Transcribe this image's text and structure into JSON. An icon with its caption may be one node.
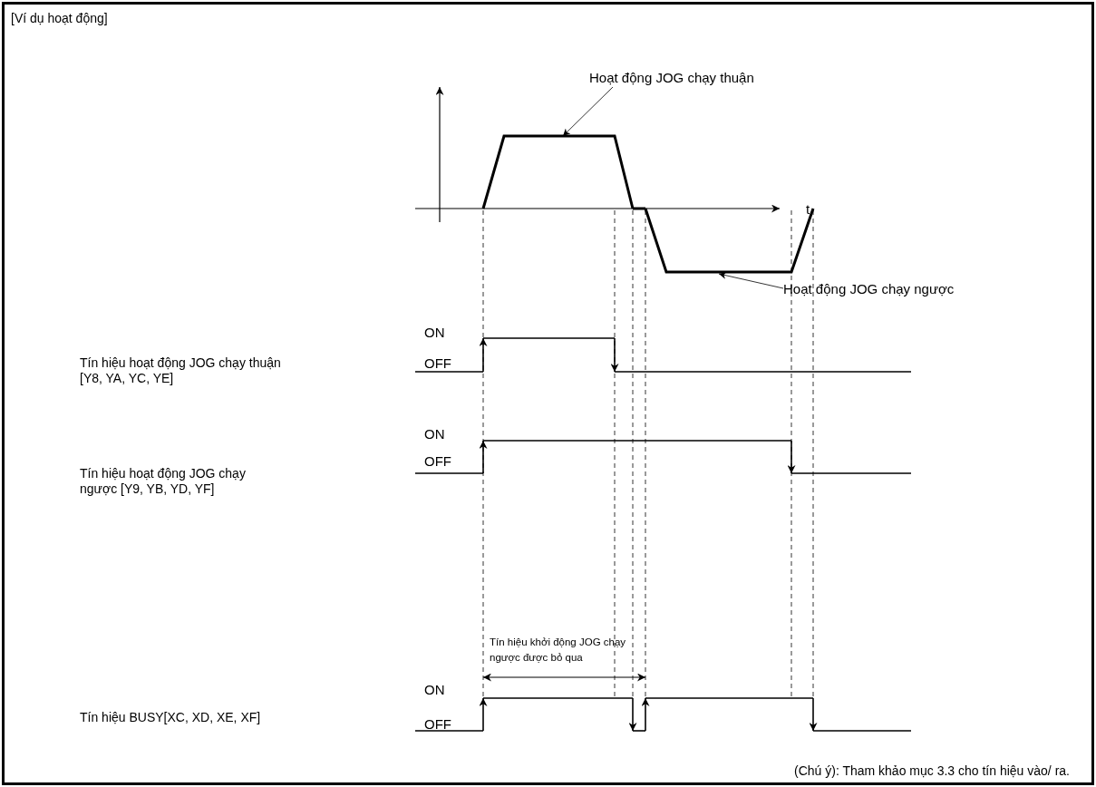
{
  "diagram": {
    "title": "[Ví dụ hoạt động]",
    "caption": "(Chú ý): Tham khảo mục 3.3 cho tín hiệu vào/ ra.",
    "nodes": [
      {
        "text": [
          "Hoạt động JOG chạy thuận"
        ]
      },
      {
        "text": [
          "Hoạt động JOG chạy ngược"
        ]
      },
      {
        "text": [],
        "shape": "line"
      },
      {
        "text": [],
        "shape": "line"
      }
    ],
    "edges": [
      {
        "from": 0,
        "to": 2,
        "arrow": "to"
      },
      {
        "from": 1,
        "to": 3,
        "arrow": "to"
      }
    ],
    "labels": [
      "t",
      "ON",
      "Tín hiệu hoạt động JOG chạy thuận [Y8, YA, YC, YE]",
      "OFF",
      "ON",
      "OFF",
      "Tín hiệu hoạt động JOG chạy ngược [Y9, YB, YD, YF]",
      "Tín hiệu khởi động JOG chạy ngược được bỏ qua",
      "ON",
      "Tín hiệu BUSY[XC, XD, XE, XF]",
      "OFF"
    ]
  }
}
